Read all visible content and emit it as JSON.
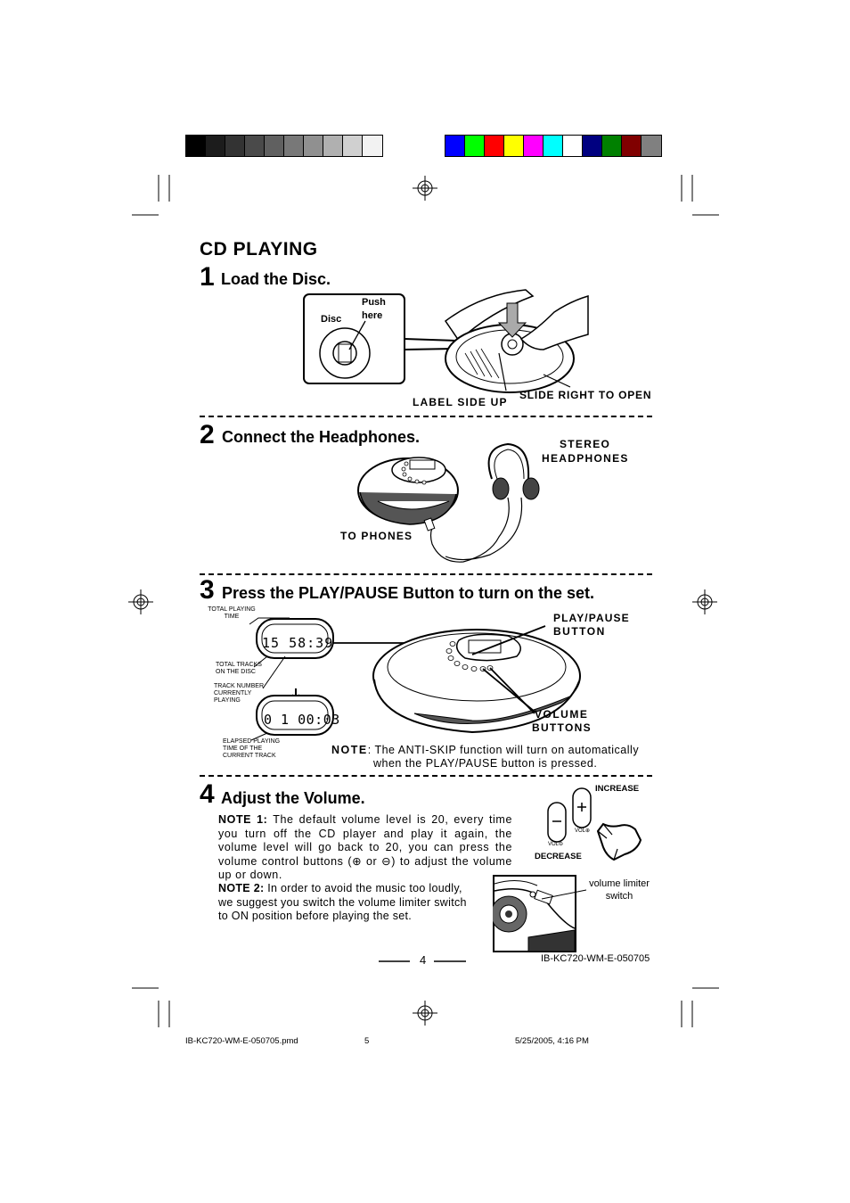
{
  "colorbars": {
    "gray": [
      "#000000",
      "#1c1c1c",
      "#333333",
      "#4a4a4a",
      "#606060",
      "#787878",
      "#909090",
      "#b0b0b0",
      "#d0d0d0",
      "#f2f2f2"
    ],
    "color": [
      "#0000ff",
      "#00ff00",
      "#ff0000",
      "#ffff00",
      "#ff00ff",
      "#00ffff",
      "#ffffff",
      "#000080",
      "#008000",
      "#800000",
      "#808080"
    ]
  },
  "page": {
    "title": "CD  PLAYING",
    "page_number": "4",
    "doc_code": "IB-KC720-WM-E-050705"
  },
  "step1": {
    "number": "1",
    "title": "Load the Disc.",
    "disc_label": "Disc",
    "push_label": "Push here",
    "label_side_up": "LABEL  SIDE  UP",
    "slide_right": "SLIDE RIGHT TO OPEN"
  },
  "step2": {
    "number": "2",
    "title": "Connect the Headphones.",
    "stereo": "STEREO",
    "headphones": "HEADPHONES",
    "to_phones": "TO  PHONES"
  },
  "step3": {
    "number": "3",
    "title": "Press the PLAY/PAUSE Button to turn on the set.",
    "total_playing_time": "TOTAL PLAYING TIME",
    "display1": "15 58:39",
    "total_tracks": "TOTAL TRACKS ON THE DISC",
    "track_number": "TRACK NUMBER CURRENTLY PLAYING",
    "display2": "0 1 00:03",
    "elapsed": "ELAPSED PLAYING TIME OF THE CURRENT TRACK",
    "play_pause": "PLAY/PAUSE",
    "button": "BUTTON",
    "volume": "VOLUME",
    "buttons": "BUTTONS",
    "note_label": "NOTE",
    "note_text": ": The  ANTI-SKIP  function  will  turn  on  automatically",
    "note_text2": "when  the  PLAY/PAUSE  button  is  pressed."
  },
  "step4": {
    "number": "4",
    "title": "Adjust the Volume.",
    "note1_label": "NOTE 1:",
    "note1_text": "The default volume level is 20, every time you turn off the CD player and play it again, the volume level will go back to 20, you can press the volume control buttons (⊕ or ⊖) to adjust the volume up or down.",
    "note2_label": "NOTE 2:",
    "note2_text": "In order to avoid the music too loudly, we suggest you switch the volume limiter switch to ON position before playing the set.",
    "increase": "INCREASE",
    "decrease": "DECREASE",
    "vol_minus": "VOL⊖",
    "vol_plus": "VOL⊕",
    "limiter_label": "volume limiter switch"
  },
  "footer": {
    "file": "IB-KC720-WM-E-050705.pmd",
    "page": "5",
    "date": "5/25/2005, 4:16 PM"
  }
}
